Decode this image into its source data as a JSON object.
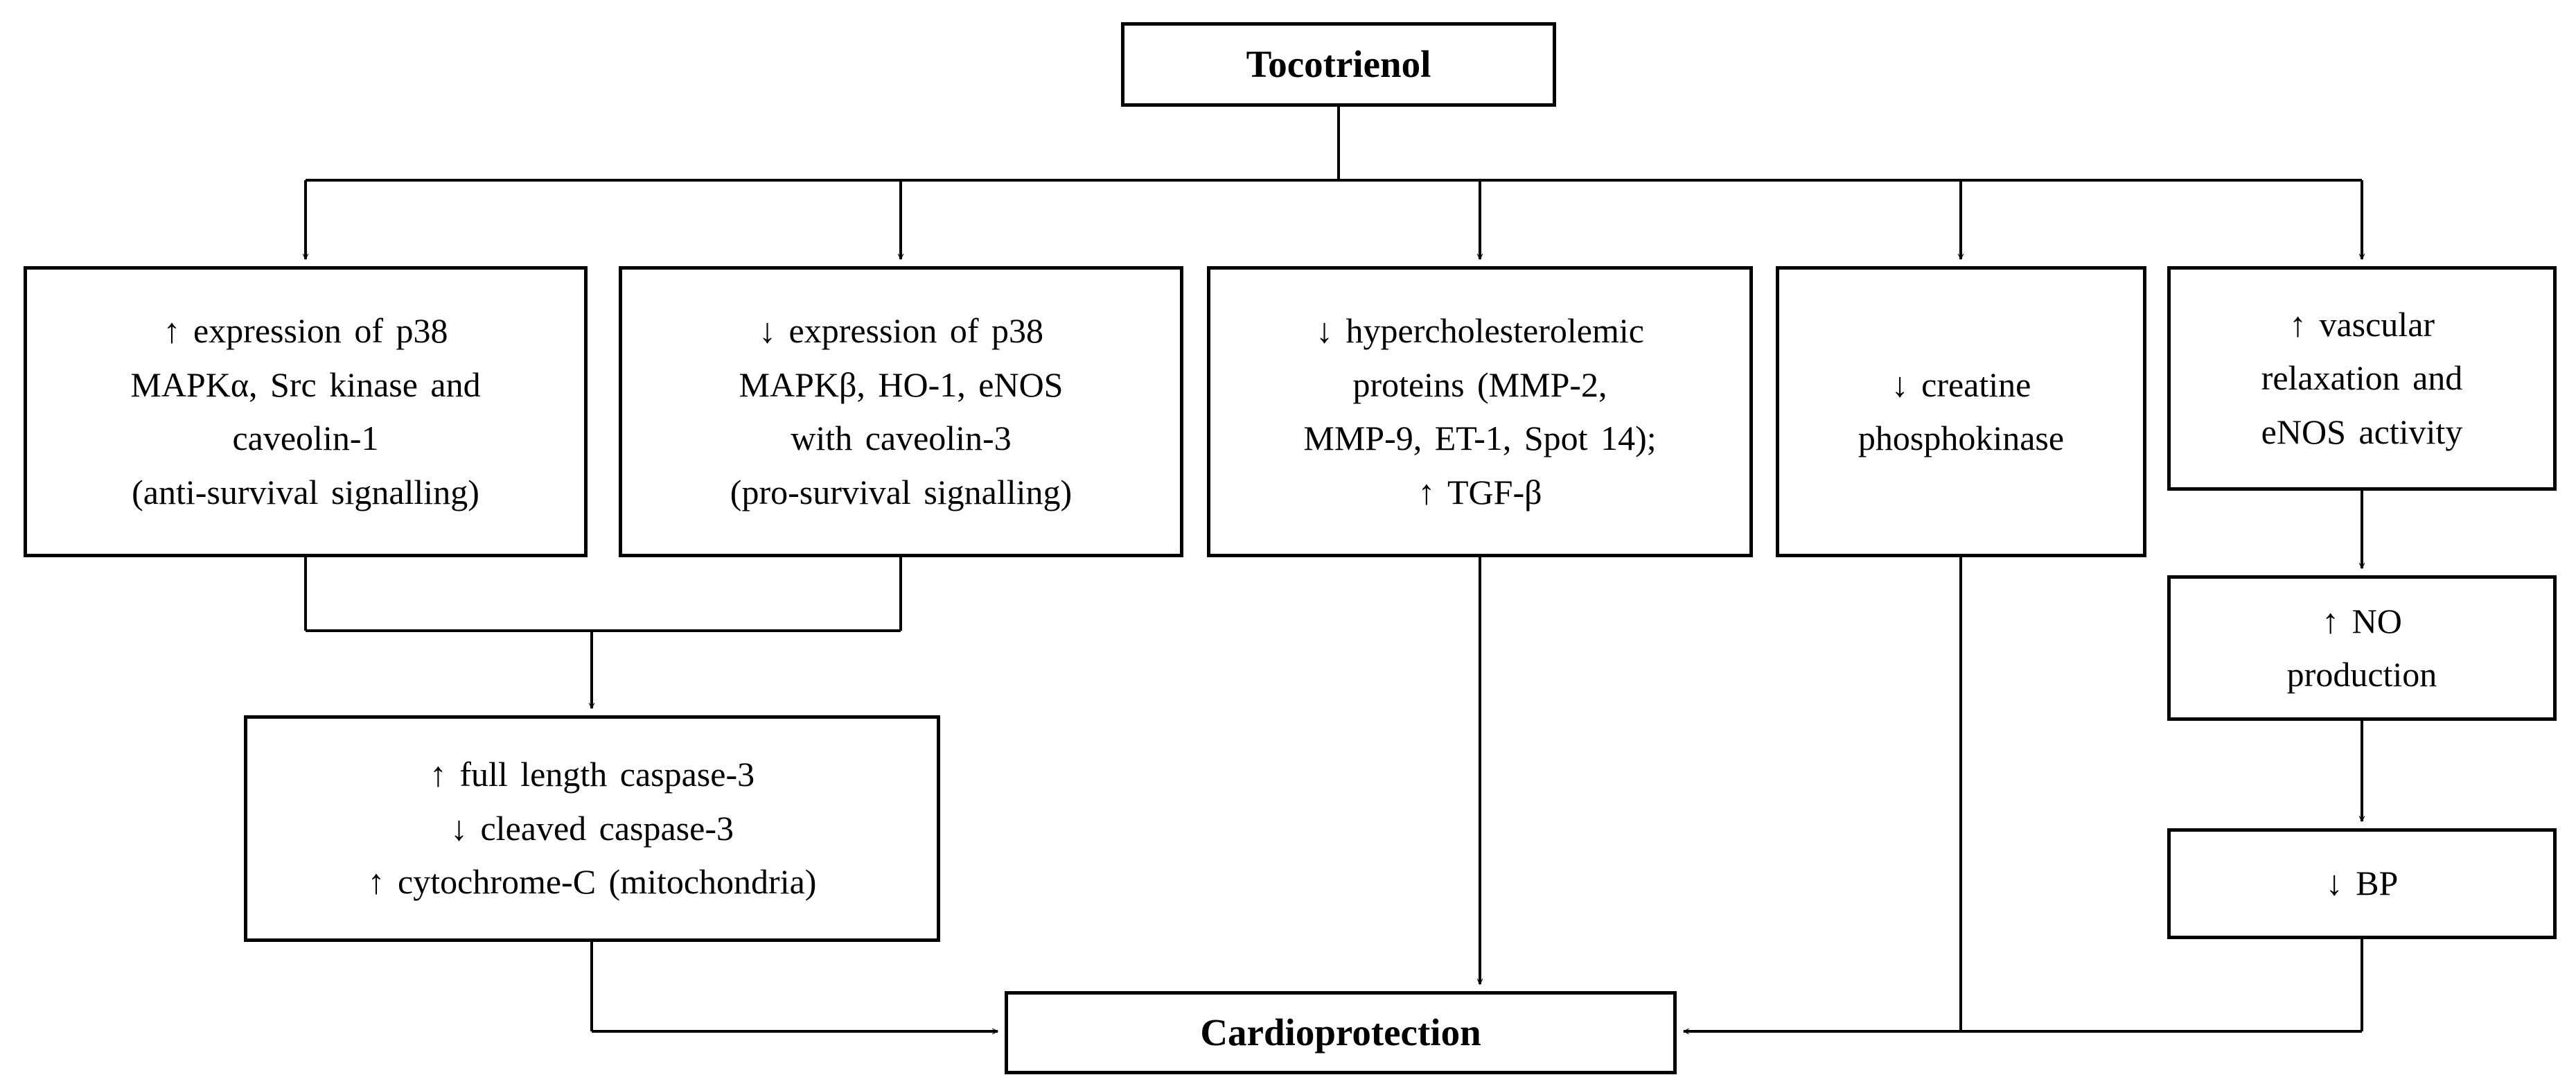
{
  "diagram": {
    "description": "Flowchart of tocotrienol-mediated cardioprotection mechanisms",
    "colors": {
      "line": "#000000",
      "box_border": "#000000",
      "box_background": "#ffffff",
      "background": "#ffffff",
      "text": "#000000"
    },
    "nodes": {
      "tocotrienol": {
        "lines": [
          "Tocotrienol"
        ],
        "bold": true
      },
      "p38_up": {
        "lines": [
          "↑ expression of p38",
          "MAPKα, Src kinase and",
          "caveolin-1",
          "(anti-survival signalling)"
        ]
      },
      "p38_down": {
        "lines": [
          "↓ expression of p38",
          "MAPKβ, HO-1, eNOS",
          "with caveolin-3",
          "(pro-survival signalling)"
        ]
      },
      "hypercholesterolemic": {
        "lines": [
          "↓ hypercholesterolemic",
          "proteins (MMP-2,",
          "MMP-9, ET-1, Spot 14);",
          "↑ TGF-β"
        ]
      },
      "creatine": {
        "lines": [
          "↓ creatine",
          "phosphokinase"
        ]
      },
      "vascular": {
        "lines": [
          "↑ vascular",
          "relaxation and",
          "eNOS activity"
        ]
      },
      "no_production": {
        "lines": [
          "↑ NO",
          "production"
        ]
      },
      "bp": {
        "lines": [
          "↓ BP"
        ]
      },
      "caspase": {
        "lines": [
          "↑ full length caspase-3",
          "↓ cleaved caspase-3",
          "↑ cytochrome-C (mitochondria)"
        ]
      },
      "cardioprotection": {
        "lines": [
          "Cardioprotection"
        ],
        "bold": true
      }
    },
    "edges": [
      {
        "from": "tocotrienol",
        "to": "p38_up"
      },
      {
        "from": "tocotrienol",
        "to": "p38_down"
      },
      {
        "from": "tocotrienol",
        "to": "hypercholesterolemic"
      },
      {
        "from": "tocotrienol",
        "to": "creatine"
      },
      {
        "from": "tocotrienol",
        "to": "vascular"
      },
      {
        "from": "p38_up",
        "to": "caspase"
      },
      {
        "from": "p38_down",
        "to": "caspase"
      },
      {
        "from": "vascular",
        "to": "no_production"
      },
      {
        "from": "no_production",
        "to": "bp"
      },
      {
        "from": "caspase",
        "to": "cardioprotection"
      },
      {
        "from": "hypercholesterolemic",
        "to": "cardioprotection"
      },
      {
        "from": "creatine",
        "to": "cardioprotection"
      },
      {
        "from": "bp",
        "to": "cardioprotection"
      }
    ]
  }
}
